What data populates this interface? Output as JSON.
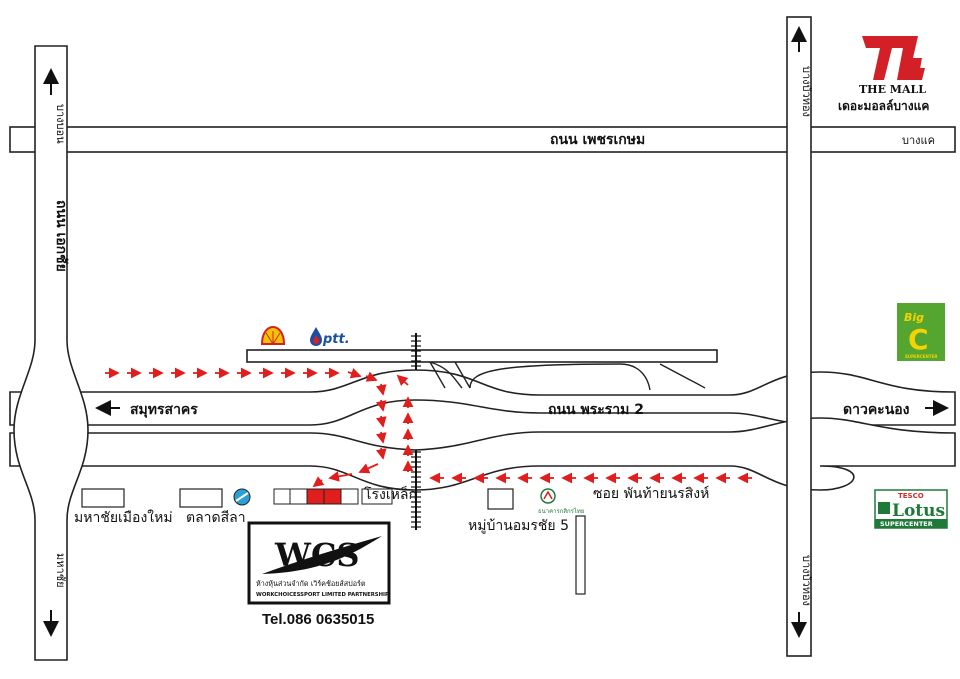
{
  "roads": {
    "phetkasem": "ถนน เพชรเกษม",
    "rama2": "ถนน พระราม 2",
    "ekkachai": "ถนน เอกชัย",
    "bang_bon": "บางบอน",
    "mahachai": "มหาชัย",
    "bang_khae_road": "บางแค",
    "bang_bua_thong_top": "บางบัวทอง",
    "bang_bua_thong_bottom": "บางบัวทอง"
  },
  "directions": {
    "samut_sakhon": "สมุทรสาคร",
    "dao_khanong": "ดาวคะนอง"
  },
  "landmarks": {
    "mahachai_muang_mai": "มหาชัยเมืองใหม่",
    "talad_sila": "ตลาดสีลา",
    "factory": "โรงเหล็ก",
    "mu_ban": "หมู่บ้านอมรชัย 5",
    "soi_label": "ซอย พันท้ายนรสิงห์",
    "kbank_caption": "ธนาคารกสิกรไทย",
    "shell_icon": "shell-icon",
    "ptt_logo": "ptt."
  },
  "mall": {
    "logo_name": "THE MALL",
    "caption": "เดอะมอลล์บางแค"
  },
  "bigc": {
    "big": "Big",
    "c": "C",
    "sub": "SUPERCENTER"
  },
  "lotus": {
    "tesco": "TESCO",
    "name": "Lotus",
    "super": "SUPERCENTER"
  },
  "company": {
    "logo": "WCS",
    "thai_name": "ห้างหุ้นส่วนจำกัด  เวิร์คช้อยส์สปอร์ต",
    "eng_name": "WORKCHOICESSPORT LIMITED PARTNERSHIP",
    "tel": "Tel.086 0635015"
  },
  "colors": {
    "route": "#e01e1e",
    "road_stroke": "#222222",
    "mall_red": "#d32027",
    "bigc_green": "#55a630",
    "bigc_yellow": "#f5d300",
    "lotus_green": "#1f7a3a",
    "tesco_red": "#d42b2b",
    "ptt_blue": "#1a4fa3"
  }
}
